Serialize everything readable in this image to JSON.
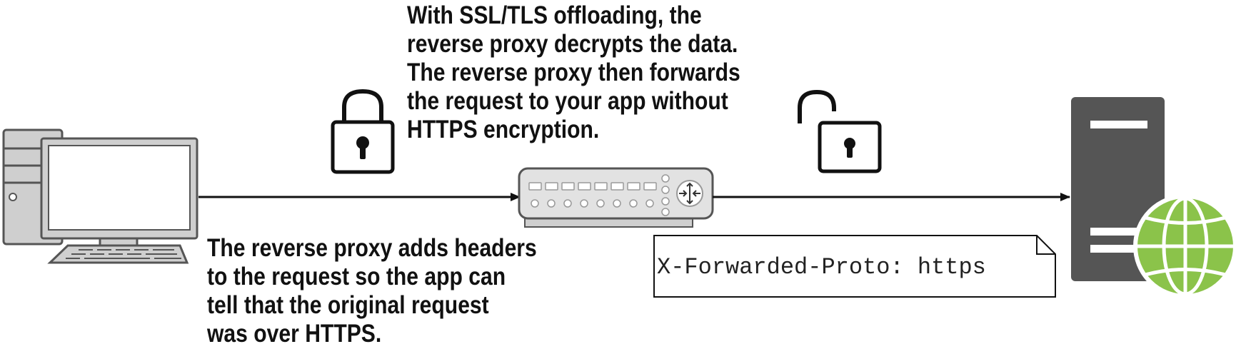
{
  "callouts": {
    "ssl_offloading": [
      "With SSL/TLS offloading, the",
      "reverse proxy decrypts the data.",
      "The reverse proxy then forwards",
      "the request to your app without",
      "HTTPS encryption."
    ],
    "headers": [
      "The reverse proxy adds headers",
      "to the request so the app can",
      "tell that the original request",
      "was over HTTPS."
    ]
  },
  "header_note": "X-Forwarded-Proto: https",
  "colors": {
    "globe": "#8bc34a",
    "server": "#555555",
    "proxy_body": "#e2e2e2",
    "computer": "#cfcfcf",
    "line": "#111111"
  },
  "icons": [
    "computer-icon",
    "locked-padlock-icon",
    "reverse-proxy-icon",
    "unlocked-padlock-icon",
    "server-icon",
    "globe-icon"
  ]
}
